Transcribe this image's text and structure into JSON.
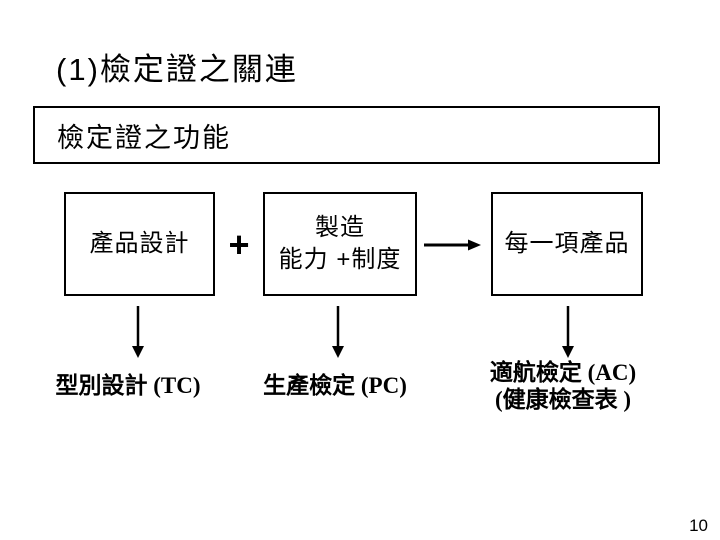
{
  "slide": {
    "title": "(1)檢定證之關連",
    "page_number": "10",
    "background_color": "#ffffff",
    "text_color": "#000000",
    "border_color": "#000000"
  },
  "function_header": {
    "label": "檢定證之功能"
  },
  "flow": {
    "product_design_box": "產品設計",
    "plus_sign": "+",
    "manufacturing_box_line1": "製造",
    "manufacturing_box_line2": "能力 +制度",
    "each_product_box": "每一項產品"
  },
  "certificates": {
    "type_certificate": "型別設計 (TC)",
    "production_certificate": "生產檢定 (PC)",
    "airworthiness_certificate_line1": "適航檢定 (AC)",
    "airworthiness_certificate_line2": "(健康檢查表 )"
  }
}
